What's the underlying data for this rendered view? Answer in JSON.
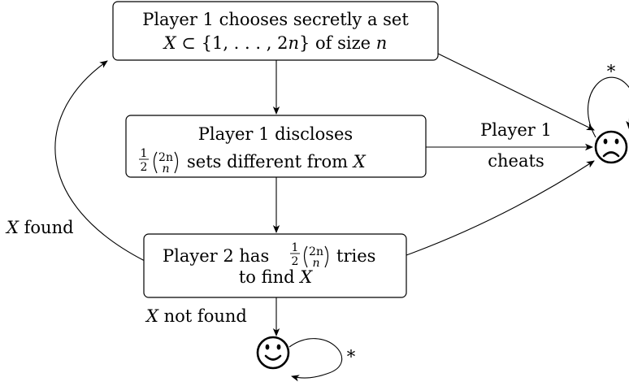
{
  "nodes": {
    "choose": {
      "line1": "Player 1 chooses secretly a set",
      "set_var": "X",
      "subset": "⊂",
      "set_body": "{1, . . . , 2",
      "set_n": "n",
      "set_close": "}",
      "of_size": "of size",
      "size_n": "n"
    },
    "disclose": {
      "line1": "Player 1 discloses",
      "half_num": "1",
      "half_den": "2",
      "binom_top": "2n",
      "binom_bot": "n",
      "rest": "sets different from",
      "var": "X"
    },
    "tries": {
      "pre": "Player 2 has",
      "half_num": "1",
      "half_den": "2",
      "binom_top": "2n",
      "binom_bot": "n",
      "post": "tries",
      "line2": "to find",
      "var": "X"
    },
    "sad_face": {
      "icon": "frowning-face"
    },
    "happy_face": {
      "icon": "smiling-face"
    }
  },
  "edges": {
    "cheat_label_top": "Player 1",
    "cheat_label_bottom": "cheats",
    "found_var": "X",
    "found_text": "found",
    "not_found_var": "X",
    "not_found_text": "not found",
    "loop_sad_label": "*",
    "loop_happy_label": "*"
  }
}
